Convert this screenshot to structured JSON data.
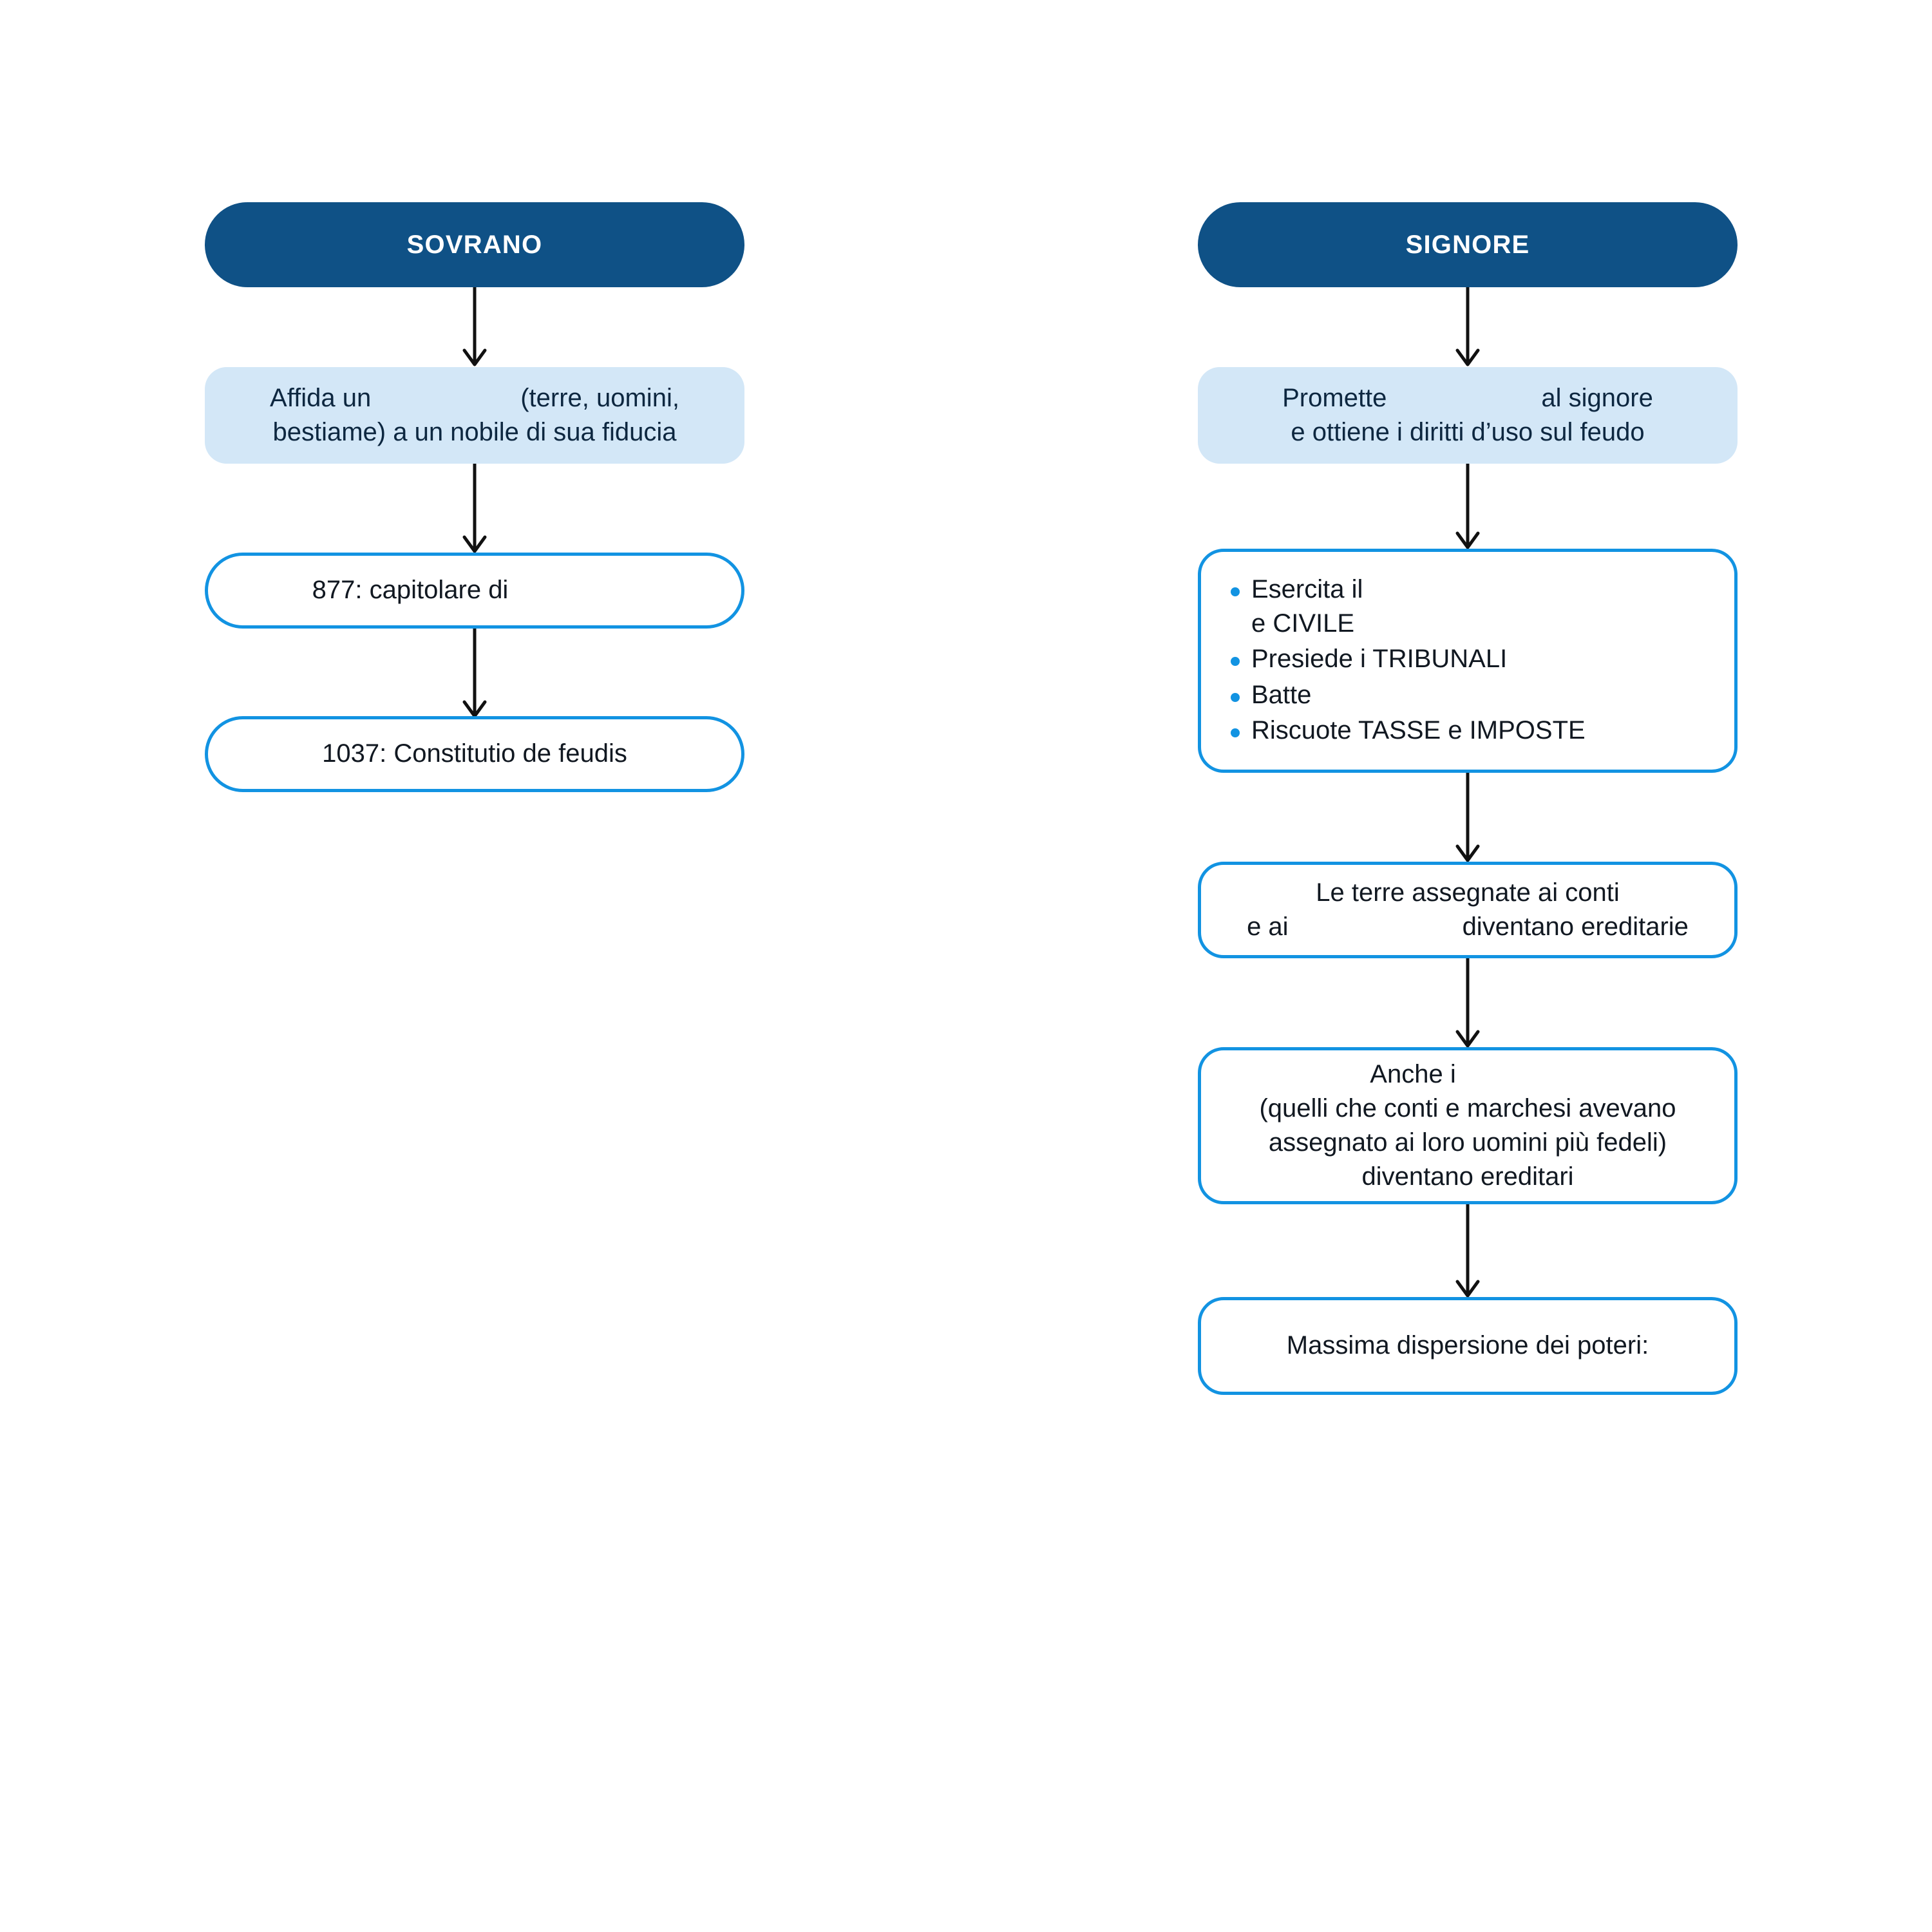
{
  "meta": {
    "title_left": "SOVRANO",
    "title_right": "SIGNORE",
    "colors": {
      "header_fill": "#0f5186",
      "header_text": "#ffffff",
      "soft_fill": "#d3e7f7",
      "outline_stroke": "#1293e2",
      "bullet_dot": "#1293e2",
      "arrow": "#111111",
      "body_text": "#111821",
      "page_background": "#ffffff"
    }
  },
  "columns": [
    {
      "id": "sovrano",
      "header": {
        "label": "SOVRANO"
      },
      "nodes": [
        {
          "id": "sovrano-affida",
          "style": "soft-fill",
          "lines": [
            {
              "before": "Affida un",
              "blank": true,
              "after": "(terre, uomini,"
            },
            {
              "before": "bestiame) a un nobile di sua fiducia",
              "blank": false,
              "after": ""
            }
          ]
        },
        {
          "id": "sovrano-877",
          "style": "outline-pill",
          "lines": [
            {
              "before": "877: capitolare di",
              "blank": true,
              "after": ""
            }
          ]
        },
        {
          "id": "sovrano-1037",
          "style": "outline-pill",
          "lines": [
            {
              "before": "1037: Constitutio de feudis",
              "blank": false,
              "after": ""
            }
          ]
        }
      ]
    },
    {
      "id": "signore",
      "header": {
        "label": "SIGNORE"
      },
      "nodes": [
        {
          "id": "signore-promette",
          "style": "soft-fill",
          "lines": [
            {
              "before": "Promette",
              "blank": true,
              "after": "al signore"
            },
            {
              "before": "e ottiene i diritti d’uso sul feudo",
              "blank": false,
              "after": ""
            }
          ]
        },
        {
          "id": "signore-poteri",
          "style": "outline-bullets",
          "bullets": [
            "Esercita il\ne CIVILE",
            "Presiede i TRIBUNALI",
            "Batte",
            "Riscuote TASSE e IMPOSTE"
          ]
        },
        {
          "id": "signore-terre",
          "style": "outline",
          "lines": [
            {
              "before": "Le terre assegnate ai conti",
              "blank": false,
              "after": ""
            },
            {
              "before": "e ai",
              "blank": true,
              "after": "diventano ereditarie"
            }
          ]
        },
        {
          "id": "signore-anche",
          "style": "outline",
          "lines": [
            {
              "before": "Anche i",
              "blank": true,
              "after": ""
            },
            {
              "before": "(quelli che conti e marchesi avevano",
              "blank": false,
              "after": ""
            },
            {
              "before": "assegnato ai loro uomini più fedeli)",
              "blank": false,
              "after": ""
            },
            {
              "before": "diventano ereditari",
              "blank": false,
              "after": ""
            }
          ]
        },
        {
          "id": "signore-dispersione",
          "style": "outline",
          "lines": [
            {
              "before": "Massima dispersione dei poteri:",
              "blank": false,
              "after": ""
            }
          ]
        }
      ]
    }
  ]
}
